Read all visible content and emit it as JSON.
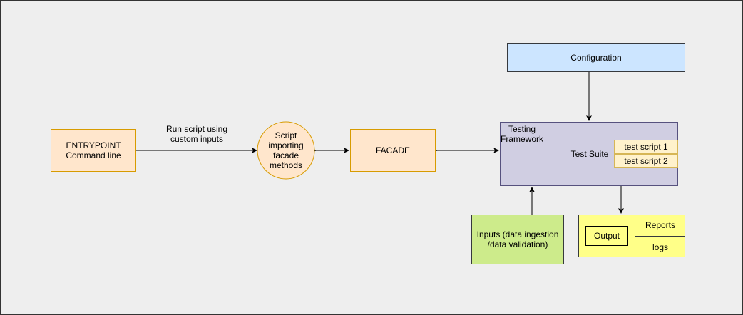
{
  "nodes": {
    "entrypoint": {
      "line1": "ENTRYPOINT",
      "line2": "Command line"
    },
    "script": {
      "line1": "Script",
      "line2": "importing",
      "line3": "facade",
      "line4": "methods"
    },
    "facade": "FACADE",
    "configuration": "Configuration",
    "framework": {
      "title_line1": "Testing",
      "title_line2": "Framework",
      "suite_label": "Test Suite"
    },
    "test_scripts": [
      "test script 1",
      "test script 2"
    ],
    "inputs": {
      "line1": "Inputs (data ingestion",
      "line2": "/data validation)"
    },
    "output": "Output",
    "reports": "Reports",
    "logs": "logs"
  },
  "edge_labels": {
    "run_script": {
      "line1": "Run script using",
      "line2": "custom inputs"
    }
  },
  "colors": {
    "orange_fill": "#ffe6cc",
    "blue_fill": "#cce5ff",
    "green_fill": "#cdeb8b",
    "purple_fill": "#d0cee2",
    "yellow_fill": "#ffff88",
    "script_fill": "#fff2cc",
    "background": "#eeeeee"
  }
}
